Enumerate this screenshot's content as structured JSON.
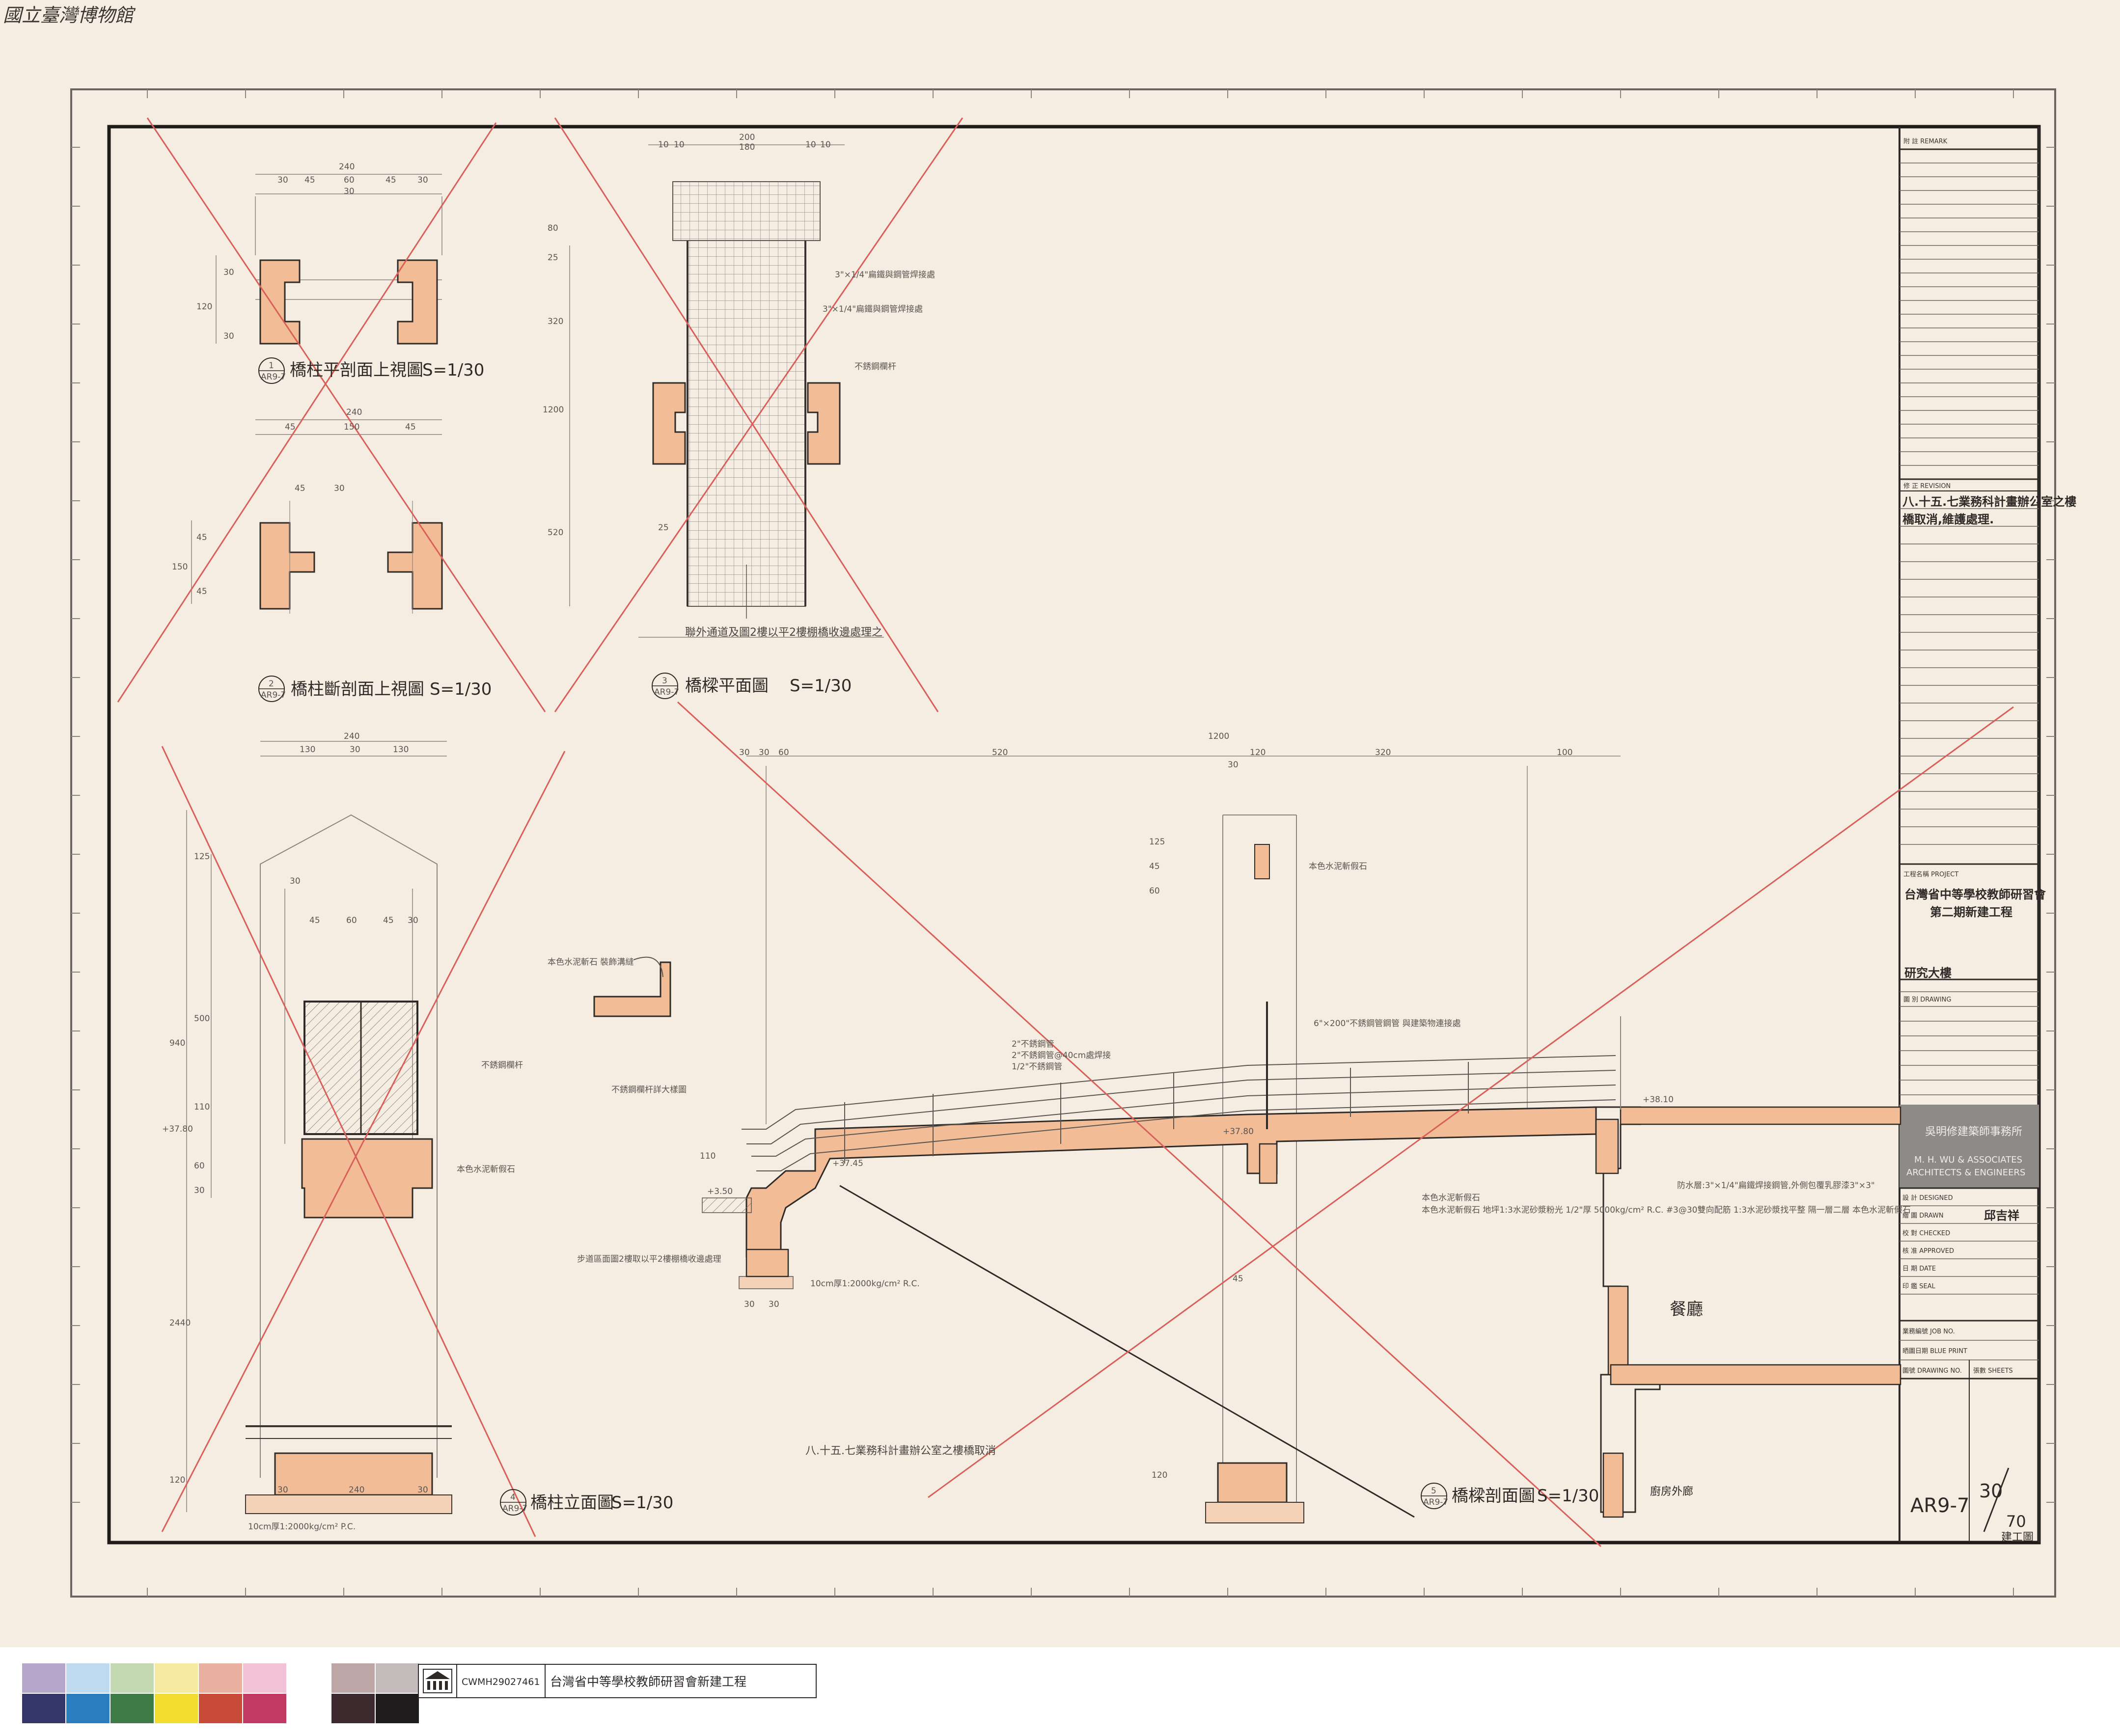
{
  "stamp": {
    "museum": "國立臺灣博物館"
  },
  "sheet": {
    "remark_label": "附 註 REMARK",
    "revision_label": "修 正 REVISION",
    "revision_notes": [
      "八.十五.七業務科計畫辦公室之樓",
      "橋取消,維護處理."
    ],
    "project_label": "工程名稱 PROJECT",
    "project_name_1": "台灣省中等學校教師研習會",
    "project_name_2": "第二期新建工程",
    "building": "研究大樓",
    "drawing_label": "圖 別 DRAWING",
    "firm_cn": "吳明修建築師事務所",
    "firm_en_1": "M. H. WU & ASSOCIATES",
    "firm_en_2": "ARCHITECTS & ENGINEERS",
    "designed_label": "設 計 DESIGNED",
    "drawn_label": "繪 圖 DRAWN",
    "drawn_value": "邱吉祥",
    "checked_label": "校 對 CHECKED",
    "approved_label": "核 准 APPROVED",
    "date_label": "日 期 DATE",
    "seal_label": "印 鑑 SEAL",
    "job_label": "業務編號 JOB NO.",
    "blueprint_label": "晒圖日期 BLUE PRINT",
    "drawing_no_label": "圖號 DRAWING NO.",
    "sheets_label": "張數 SHEETS",
    "drawing_no": "AR9-7",
    "sheet_no": "30",
    "sheet_total": "70",
    "sheet_note": "建工圖"
  },
  "details": {
    "d1_title": "橋柱平剖面上視圖",
    "d1_scale": "S=1/30",
    "d2_title": "橋柱斷剖面上視圖",
    "d2_scale": "S=1/30",
    "d3_title": "橋樑平面圖",
    "d3_scale": "S=1/30",
    "d4_title": "橋柱立面圖",
    "d4_scale": "S=1/30",
    "d5_title": "橋樑剖面圖",
    "d5_scale": "S=1/30",
    "ref_sheet": "AR9-7",
    "ref_1": "1",
    "ref_2": "2",
    "ref_3": "3",
    "ref_4": "4",
    "ref_5": "5",
    "d3_note": "聯外通道及圖2樓以平2樓棚橋收邊處理之",
    "d5_note": "八.十五.七業務科計畫辦公室之樓橋取消",
    "canteen": "餐廳",
    "corridor": "廚房外廊"
  },
  "dimensions": {
    "d1": [
      "240",
      "30",
      "45",
      "60",
      "45",
      "30",
      "30",
      "120",
      "30",
      "30"
    ],
    "d2": [
      "240",
      "45",
      "150",
      "45",
      "45",
      "30",
      "150",
      "45",
      "45"
    ],
    "d3": [
      "200",
      "10",
      "10",
      "180",
      "10",
      "10",
      "80",
      "25",
      "320",
      "1200",
      "520",
      "25"
    ],
    "d4": [
      "240",
      "130",
      "30",
      "130",
      "30",
      "45",
      "60",
      "45",
      "30",
      "125",
      "500",
      "940",
      "110",
      "60",
      "30",
      "2440",
      "120",
      "240",
      "30",
      "30"
    ],
    "d5": [
      "1200",
      "30",
      "30",
      "60",
      "520",
      "320",
      "100",
      "30",
      "120",
      "110",
      "125",
      "45",
      "60",
      "30",
      "30",
      "45",
      "120"
    ],
    "levels": [
      "+37.80",
      "+37.45",
      "+3.50",
      "+38.10",
      "+37.80"
    ]
  },
  "annotations": {
    "a1": "3\"×1/4\"扁鐵與鋼管焊接處",
    "a2": "3\"×1/4\"扁鐵與鋼管焊接處",
    "a3": "不銹鋼欄杆",
    "a4": "本色水泥斬假石",
    "a5": "2\"不銹鋼管",
    "a6": "2\"不銹鋼管@40cm處焊接",
    "a7": "1/2\"不銹鋼管",
    "a8": "本色水泥斬假石",
    "a9": "防水層:3\"×1/4\"扁鐵焊接鋼管,外側包覆乳膠漆3\"×3\"",
    "a10": "本色水泥斬假石",
    "a11": "不銹鋼欄杆詳大樣圖",
    "a12": "本色水泥斬石 裝飾溝縫",
    "a13": "不銹鋼欄杆",
    "a14": "步道區面圖2樓取以平2樓棚橋收邊處理",
    "a15": "10cm厚1:2000kg/cm² R.C.",
    "a16": "本色水泥斬假石 地坪1:3水泥砂漿粉光 1/2\"厚 5000kg/cm² R.C. #3@30雙向配筋 1:3水泥砂漿找平整 隔一層二層 本色水泥斬假石",
    "a17": "6\"×200\"不銹鋼管鋼管 與建築物連接處",
    "a18": "10cm厚1:2000kg/cm² P.C."
  },
  "footer": {
    "catalog_id": "CWMH29027461",
    "caption": "台灣省中等學校教師研習會新建工程",
    "swatches_top": [
      "#b6a6cc",
      "#bfd9ef",
      "#c4d8b2",
      "#f5eaa0",
      "#eab0a0",
      "#f2c2d6",
      "#ffffff",
      "#bca6a6",
      "#c4bcbc"
    ],
    "swatches_bottom": [
      "#35366c",
      "#2a7ec0",
      "#3e7b47",
      "#f0dd30",
      "#c84a38",
      "#c03a64",
      "#ffffff",
      "#3c2a2e",
      "#201c1e"
    ]
  },
  "colors": {
    "paper": "#f6ede2",
    "ink": "#2e2a27",
    "pencil": "#8a8480",
    "red_pencil": "#d9605a",
    "concrete": "#f1bc96",
    "title_block_dark": "#8e8a88"
  }
}
